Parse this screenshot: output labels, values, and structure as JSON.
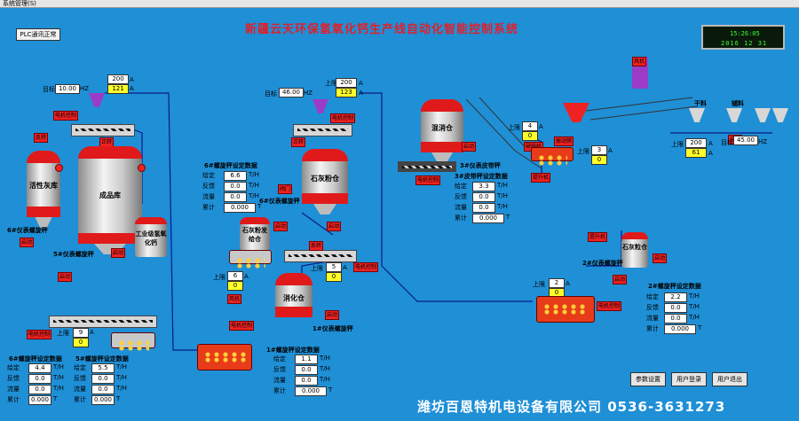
{
  "window": {
    "menu_title": "系统管理(S)"
  },
  "header": {
    "title": "新疆云天环保氢氧化钙生产线自动化智能控制系统",
    "plc_status": "PLC通讯正常"
  },
  "clock": {
    "time": "15:26:05",
    "date": "2016   12   31"
  },
  "scale_left": {
    "target_label": "目标",
    "target": "10.00",
    "target_unit": "HZ",
    "upper_label": "上限",
    "upper": "200",
    "upper_unit": "A",
    "current": "121",
    "current_unit": "A"
  },
  "scale_mid": {
    "target_label": "目标",
    "target": "46.00",
    "target_unit": "HZ",
    "upper_label": "上限",
    "upper": "200",
    "upper_unit": "A",
    "current": "123",
    "current_unit": "A"
  },
  "scale_right": {
    "target_label": "目标",
    "target": "45.00",
    "target_unit": "HZ",
    "upper_label": "上限",
    "upper": "200",
    "upper_unit": "A",
    "current": "61",
    "current_unit": "A"
  },
  "tanks": {
    "active_lime": "活性灰库",
    "product": "成品库",
    "industrial_ca": "工业级氢氧化钙",
    "lime_powder": "石灰粉仓",
    "lime_digest": "石灰粉发给仓",
    "digestion": "消化仓",
    "mixing": "混消仓",
    "lime_silo": "石灰粒仓"
  },
  "conveyor_labels": {
    "l6": "6#仪表螺旋秤",
    "l5": "5#仪表螺旋秤",
    "l6b": "6#螺旋秤设定数据",
    "l5b": "5#螺旋秤设定数据",
    "l1": "1#仪表螺旋秤",
    "l1b": "1#螺旋秤设定数据",
    "l3": "3#仪表皮带秤",
    "l3b": "3#皮带秤设定数据",
    "l2": "2#仪表螺旋秤",
    "l2b": "2#螺旋秤设定数据",
    "dry_feed": "干料",
    "aux_feed": "辅料"
  },
  "set_panels": {
    "left_a": {
      "rows": [
        {
          "label": "给定",
          "value": "4.4",
          "unit": "T/H"
        },
        {
          "label": "反馈",
          "value": "0.0",
          "unit": "T/H"
        },
        {
          "label": "流量",
          "value": "0.0",
          "unit": "T/H"
        },
        {
          "label": "累计",
          "value": "0.000",
          "unit": "T"
        }
      ]
    },
    "left_b": {
      "rows": [
        {
          "label": "给定",
          "value": "5.5",
          "unit": "T/H"
        },
        {
          "label": "反馈",
          "value": "0.0",
          "unit": "T/H"
        },
        {
          "label": "流量",
          "value": "0.0",
          "unit": "T/H"
        },
        {
          "label": "累计",
          "value": "0.000",
          "unit": "T"
        }
      ]
    },
    "mid_a": {
      "rows": [
        {
          "label": "给定",
          "value": "6.6",
          "unit": "T/H"
        },
        {
          "label": "反馈",
          "value": "0.0",
          "unit": "T/H"
        },
        {
          "label": "流量",
          "value": "0.0",
          "unit": "T/H"
        },
        {
          "label": "累计",
          "value": "0.000",
          "unit": "T"
        }
      ]
    },
    "mid_b": {
      "rows": [
        {
          "label": "给定",
          "value": "1.1",
          "unit": "T/H"
        },
        {
          "label": "反馈",
          "value": "0.0",
          "unit": "T/H"
        },
        {
          "label": "流量",
          "value": "0.0",
          "unit": "T/H"
        },
        {
          "label": "累计",
          "value": "0.000",
          "unit": "T"
        }
      ]
    },
    "right_a": {
      "rows": [
        {
          "label": "给定",
          "value": "3.3",
          "unit": "T/H"
        },
        {
          "label": "反馈",
          "value": "0.0",
          "unit": "T/H"
        },
        {
          "label": "流量",
          "value": "0.0",
          "unit": "T/H"
        },
        {
          "label": "累计",
          "value": "0.000",
          "unit": "T"
        }
      ]
    },
    "right_b": {
      "rows": [
        {
          "label": "给定",
          "value": "2.2",
          "unit": "T/H"
        },
        {
          "label": "反馈",
          "value": "0.0",
          "unit": "T/H"
        },
        {
          "label": "流量",
          "value": "0.0",
          "unit": "T/H"
        },
        {
          "label": "累计",
          "value": "0.000",
          "unit": "T"
        }
      ]
    }
  },
  "currents": {
    "c9": {
      "upper_label": "上限",
      "upper": "9",
      "unit": "A",
      "value": "0"
    },
    "c6": {
      "upper_label": "上限",
      "upper": "6",
      "unit": "A",
      "value": "0"
    },
    "c5": {
      "upper_label": "上限",
      "upper": "5",
      "unit": "A",
      "value": "0"
    },
    "c4": {
      "upper_label": "上限",
      "upper": "4",
      "unit": "A",
      "value": "0"
    },
    "c3": {
      "upper_label": "上限",
      "upper": "3",
      "unit": "A",
      "value": "0"
    },
    "c2": {
      "upper_label": "上限",
      "upper": "2",
      "unit": "A",
      "value": "0"
    }
  },
  "tags": {
    "motor_ctrl": "电机控制",
    "reverse": "反转",
    "forward": "正转",
    "start": "启动",
    "crusher": "破碎机",
    "vibrator": "振动筛",
    "elevator": "提升机",
    "fan": "风机",
    "valve": "阀门"
  },
  "buttons": {
    "params": "参数设置",
    "login": "用户登录",
    "logout": "用户退出"
  },
  "footer": {
    "company": "潍坊百恩特机电设备有限公司   0536-3631273"
  },
  "colors": {
    "background": "#1f8fd6",
    "title": "#e0202a",
    "alarm": "#e22222",
    "value_yellow": "#ffff2a"
  }
}
